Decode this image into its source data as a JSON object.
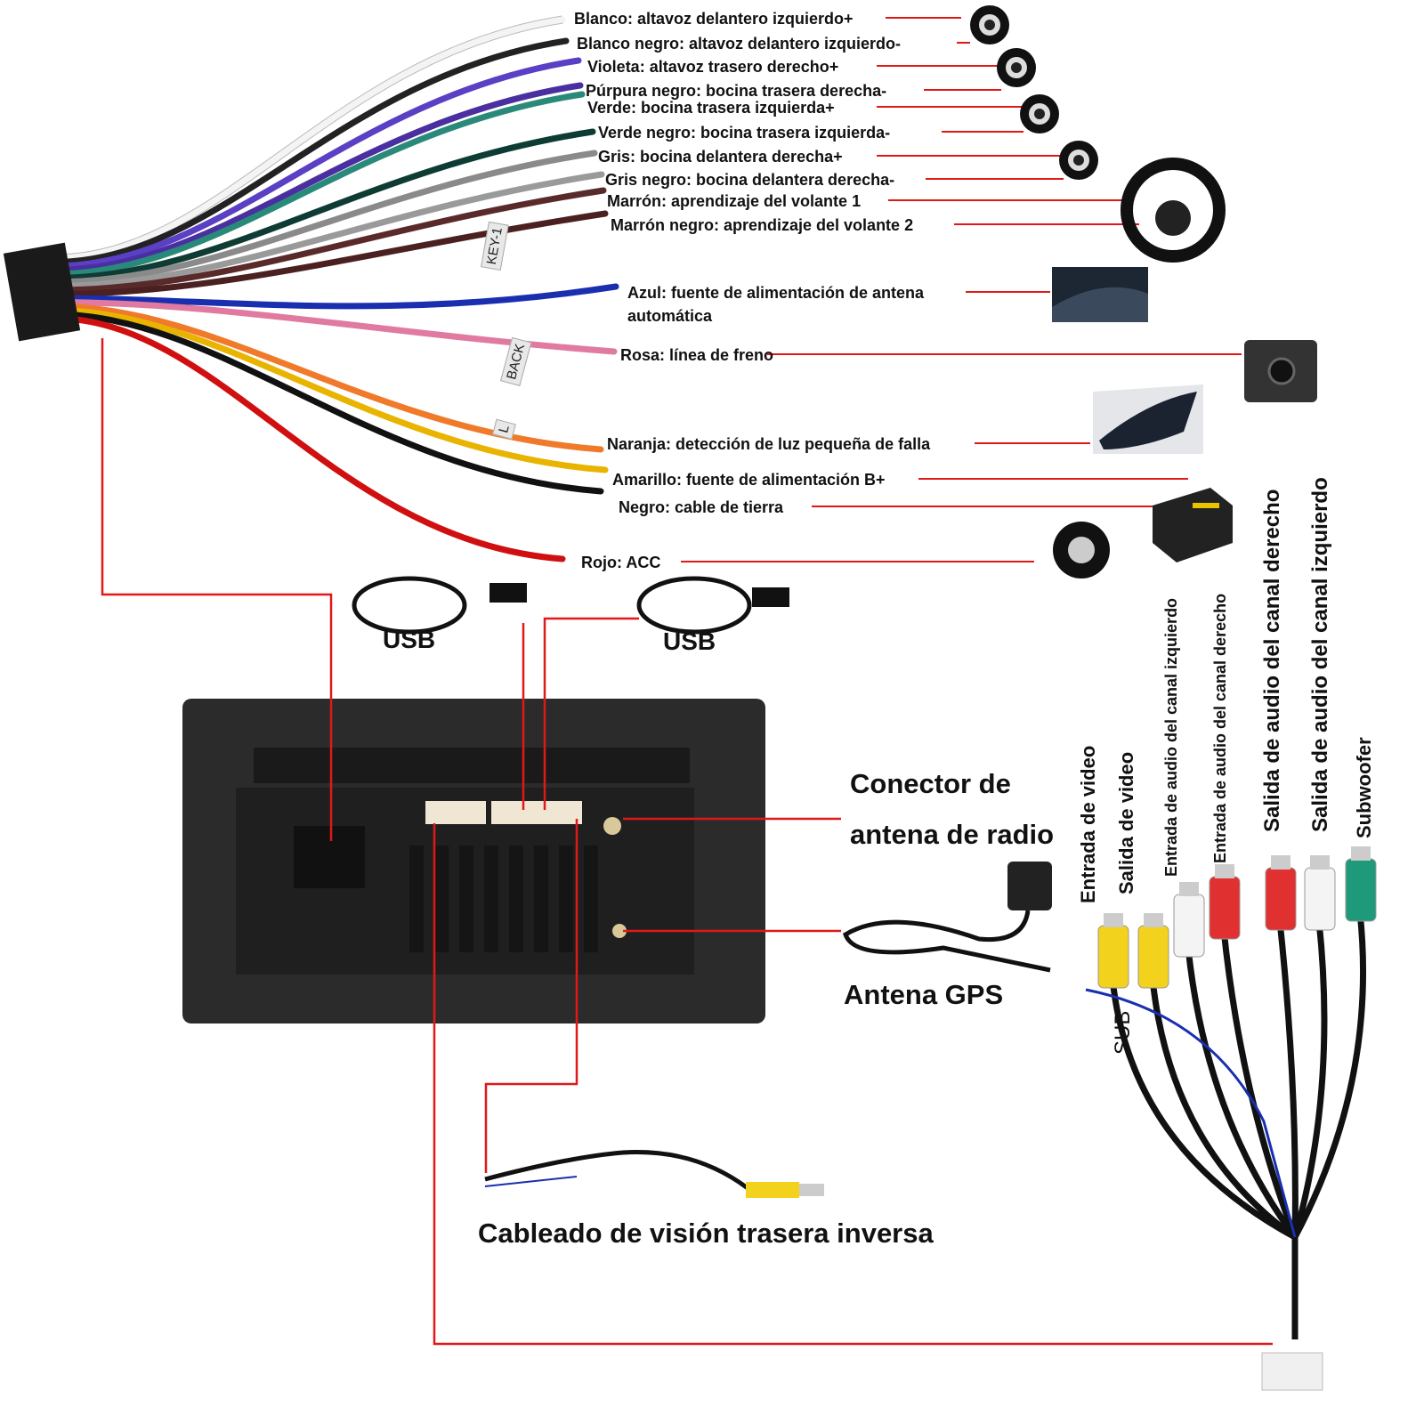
{
  "wires": [
    {
      "label": "Blanco: altavoz delantero izquierdo+",
      "color": "#f4f4f4",
      "icon": "speaker-icon"
    },
    {
      "label": "Blanco negro: altavoz delantero izquierdo-",
      "color": "#222222",
      "icon": "speaker-icon"
    },
    {
      "label": "Violeta: altavoz trasero derecho+",
      "color": "#5b3fc4",
      "icon": "speaker-icon"
    },
    {
      "label": "Púrpura negro: bocina trasera derecha-",
      "color": "#4a2fa0",
      "icon": "speaker-icon"
    },
    {
      "label": "Verde: bocina trasera izquierda+",
      "color": "#2a8a7a",
      "icon": "speaker-icon"
    },
    {
      "label": "Verde negro: bocina trasera izquierda-",
      "color": "#0f3b35",
      "icon": "speaker-icon"
    },
    {
      "label": "Gris: bocina delantera derecha+",
      "color": "#8a8a8a",
      "icon": "speaker-icon"
    },
    {
      "label": "Gris negro: bocina delantera derecha-",
      "color": "#9a9a9a",
      "icon": "speaker-icon"
    },
    {
      "label": "Marrón: aprendizaje del volante 1",
      "color": "#5a2a2a",
      "icon": "steering-wheel-icon"
    },
    {
      "label": "Marrón negro: aprendizaje del volante 2",
      "color": "#4a2020",
      "icon": "steering-wheel-icon"
    },
    {
      "label": "Azul: fuente de alimentación de antena",
      "label2": "automática",
      "color": "#1a2fb0",
      "icon": "car-antenna-icon"
    },
    {
      "label": "Rosa: línea de freno",
      "color": "#e07aa0",
      "icon": "rear-camera-icon"
    },
    {
      "label": "Naranja: detección de luz pequeña de falla",
      "color": "#f07a2a",
      "icon": "headlight-icon"
    },
    {
      "label": "Amarillo: fuente de alimentación B+",
      "color": "#e8b400",
      "icon": "battery-icon"
    },
    {
      "label": "Negro: cable de tierra",
      "color": "#111111",
      "icon": "battery-icon"
    },
    {
      "label": "Rojo: ACC",
      "color": "#d01010",
      "icon": "ignition-icon"
    }
  ],
  "wire_tags": [
    "KEY-1",
    "BACK",
    "L"
  ],
  "usb": [
    "USB",
    "USB"
  ],
  "radio_antenna": {
    "line1": "Conector de",
    "line2": "antena de radio"
  },
  "gps": "Antena GPS",
  "rear_view": "Cableado de visión trasera inversa",
  "rca": [
    {
      "label": "Entrada de video",
      "color": "#f2d21c"
    },
    {
      "label": "Salida de video",
      "color": "#f2d21c"
    },
    {
      "label": "Entrada de audio del canal izquierdo",
      "color": "#f4f4f4"
    },
    {
      "label": "Entrada de audio del canal derecho",
      "color": "#e03030"
    },
    {
      "label": "Salida de audio del canal derecho",
      "color": "#e03030"
    },
    {
      "label": "Salida de audio del canal izquierdo",
      "color": "#f4f4f4"
    },
    {
      "label": "Subwoofer",
      "color": "#1e9a7a"
    }
  ],
  "sub_tag": "SUB",
  "leader_color": "#e01818"
}
